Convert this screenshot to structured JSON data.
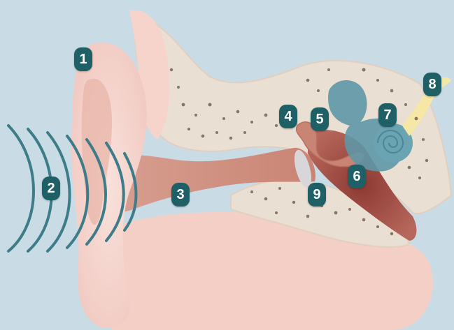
{
  "labels": [
    "1",
    "2",
    "3",
    "4",
    "5",
    "6",
    "7",
    "8",
    "9"
  ],
  "colors": {
    "background": "#c9dce6",
    "skin": "#f6d6cf",
    "bone": "#eadfd3",
    "canal": "#d79a8a",
    "cochlea": "#5f97a6",
    "nerve": "#f6e7a6",
    "badge": "#1f5f66",
    "sound_wave": "#3d7c88"
  }
}
